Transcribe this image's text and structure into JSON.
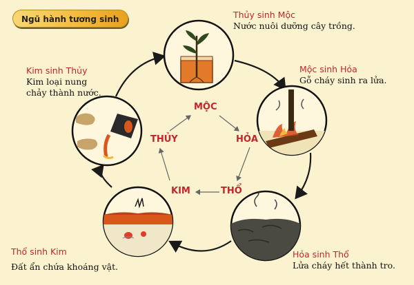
{
  "title": "Ngũ hành tương sinh",
  "cycle": [
    {
      "heading": "Thủy sinh Mộc",
      "text": [
        "Nước nuôi dưỡng cây trồng."
      ]
    },
    {
      "heading": "Mộc sinh Hỏa",
      "text": [
        "Gỗ cháy sinh ra lửa."
      ]
    },
    {
      "heading": "Hỏa sinh Thổ",
      "text": [
        "Lửa cháy hết thành tro."
      ]
    },
    {
      "heading": "Thổ sinh Kim",
      "text": [
        "Đất ẩn chứa khoáng vật."
      ]
    },
    {
      "heading": "Kim sinh Thủy",
      "text": [
        "Kim loại nung",
        "chảy thành nước."
      ]
    }
  ],
  "elements": {
    "moc": "MỘC",
    "hoa": "HỎA",
    "tho": "THỔ",
    "kim": "KIM",
    "thuy": "THỦY"
  },
  "colors": {
    "heading": "#c0262b",
    "background": "#fbf3cf",
    "badge": "#f3b93b",
    "arrow": "#1a1a1a"
  },
  "illustrations": [
    "plant-in-water-icon",
    "burning-wood-icon",
    "ash-soil-icon",
    "soil-minerals-icon",
    "molten-metal-icon"
  ]
}
